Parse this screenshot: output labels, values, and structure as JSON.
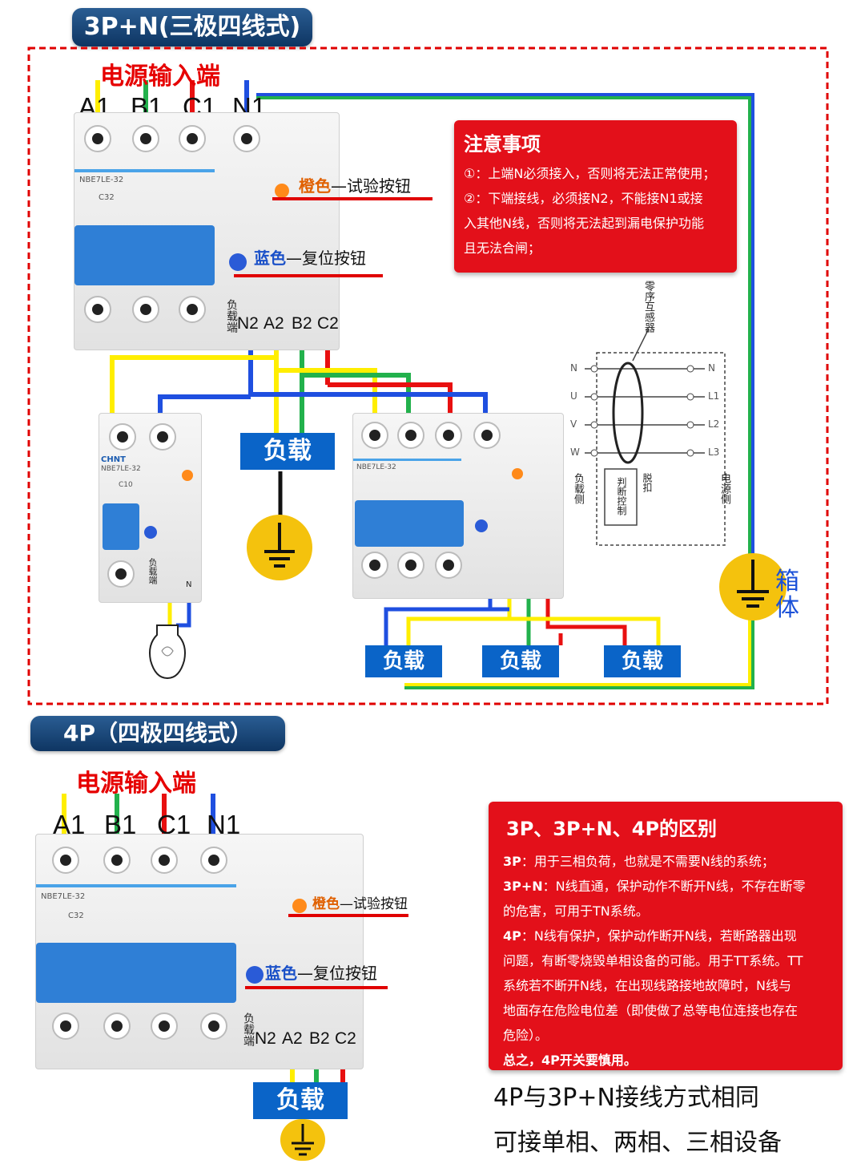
{
  "section1": {
    "title": "3P+N(三极四线式)",
    "source_label": "电源输入端",
    "top_terminals": [
      "A1",
      "B1",
      "C1",
      "N1"
    ],
    "bottom_terminals": [
      "N2",
      "A2",
      "B2",
      "C2"
    ],
    "load_side_label": "负载端",
    "breaker_model": "NBE7LE-32",
    "rating": "C32",
    "test_button": {
      "color_word": "橙色",
      "text": "—试验按钮"
    },
    "reset_button": {
      "color_word": "蓝色",
      "text": "—复位按钮"
    },
    "notes": {
      "title": "注意事项",
      "lines": [
        "①：上端N必须接入，否则将无法正常使用；",
        "②：下端接线，必须接N2，不能接N1或接",
        "入其他N线，否则将无法起到漏电保护功能",
        "且无法合闸；"
      ]
    },
    "load_label": "负载",
    "loads_right": [
      "负载",
      "负载",
      "负载"
    ],
    "box_ground_label": [
      "箱",
      "体"
    ],
    "small_breaker": {
      "brand": "CHNT",
      "model": "NBE7LE-32",
      "rating": "C10",
      "load_label": "负载端",
      "n_label": "N"
    },
    "right_breaker_model": "NBE7LE-32",
    "schematic": {
      "sensor_label": "零序互感器",
      "left_terms": [
        "N",
        "U",
        "V",
        "W"
      ],
      "right_terms": [
        "N",
        "L1",
        "L2",
        "L3"
      ],
      "left_side": "负载侧",
      "right_side": "电源侧",
      "trip_label": "脱扣",
      "judge_label": "判断控制"
    }
  },
  "section2": {
    "title": "4P（四极四线式）",
    "source_label": "电源输入端",
    "top_terminals": [
      "A1",
      "B1",
      "C1",
      "N1"
    ],
    "bottom_terminals": [
      "N2",
      "A2",
      "B2",
      "C2"
    ],
    "load_side_label": "负载端",
    "breaker_model": "NBE7LE-32",
    "rating": "C32",
    "test_button": {
      "color_word": "橙色",
      "text": "—试验按钮"
    },
    "reset_button": {
      "color_word": "蓝色",
      "text": "—复位按钮"
    },
    "load_label": "负载",
    "diff": {
      "title": "3P、3P+N、4P的区别",
      "items": [
        {
          "key": "3P",
          "text": "：用于三相负荷，也就是不需要N线的系统；"
        },
        {
          "key": "3P+N",
          "text": "：N线直通，保护动作不断开N线，不存在断零"
        },
        {
          "key": "",
          "text": "的危害，可用于TN系统。"
        },
        {
          "key": "4P",
          "text": "：N线有保护，保护动作断开N线，若断路器出现"
        },
        {
          "key": "",
          "text": "问题，有断零烧毁单相设备的可能。用于TT系统。TT"
        },
        {
          "key": "",
          "text": "系统若不断开N线，在出现线路接地故障时，N线与"
        },
        {
          "key": "",
          "text": "地面存在危险电位差（即使做了总等电位连接也存在"
        },
        {
          "key": "",
          "text": "危险）。"
        },
        {
          "key": "总之，4P开关要慎用。",
          "text": ""
        }
      ]
    },
    "footer": [
      "4P与3P+N接线方式相同",
      "可接单相、两相、三相设备"
    ]
  },
  "colors": {
    "phase_a": "#ffee00",
    "phase_b": "#22b14c",
    "phase_c": "#e81010",
    "neutral": "#1f4fe0",
    "ground": "#111111",
    "note_red": "#e3101a",
    "load_blue": "#0a64c8"
  }
}
